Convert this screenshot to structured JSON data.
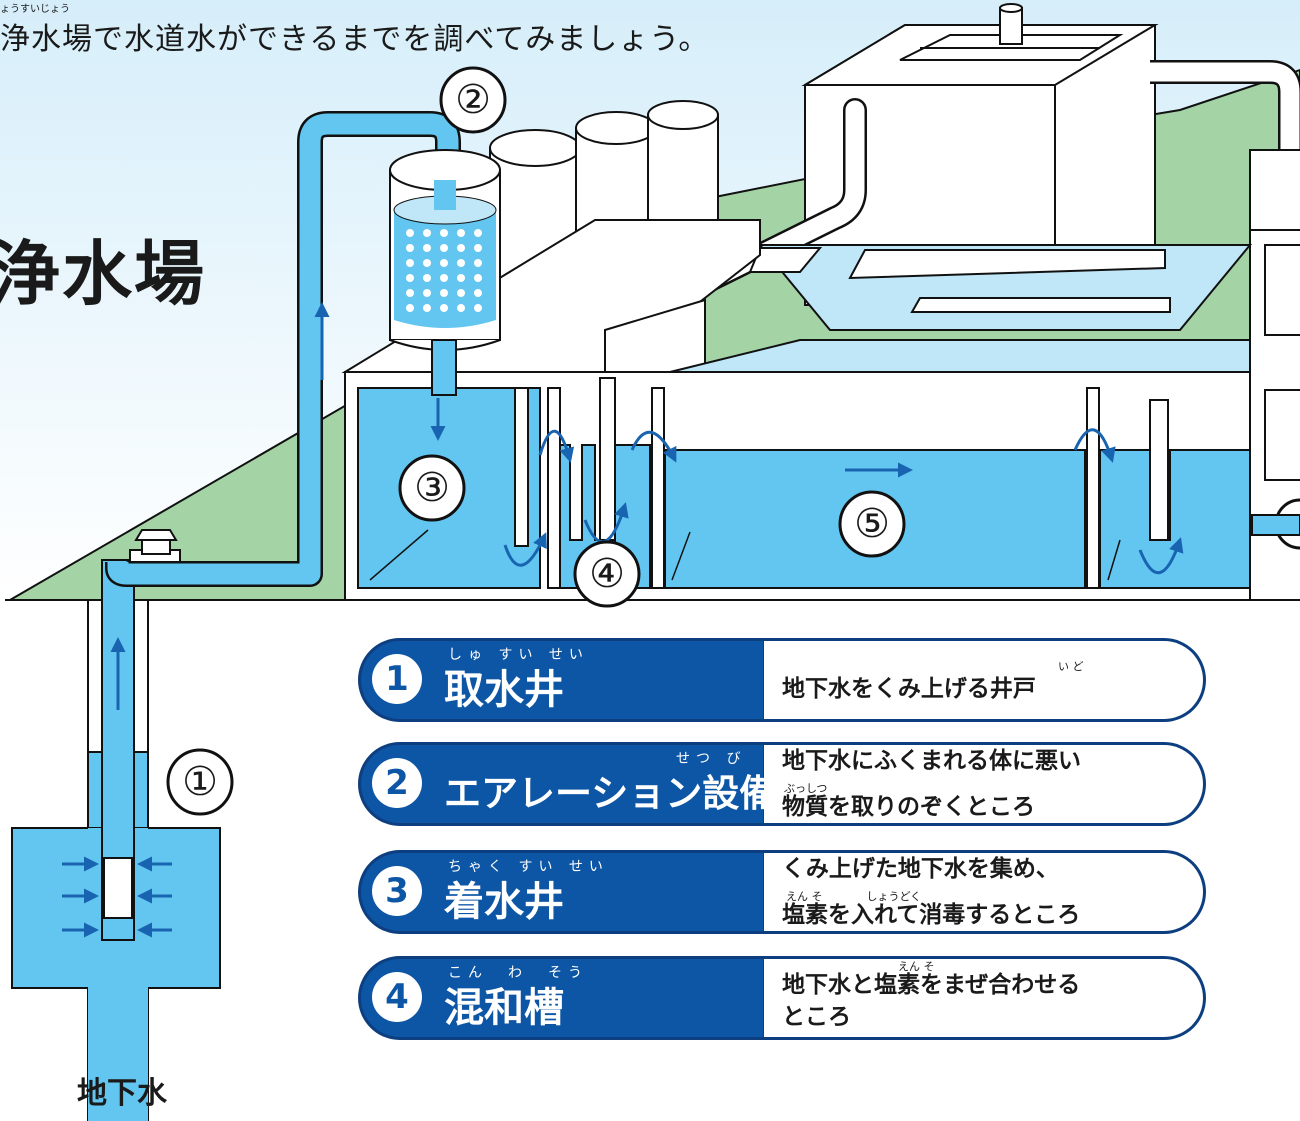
{
  "header": {
    "ruby": "ょうすいじょう",
    "text": "浄水場で水道水ができるまでを調べてみましょう。"
  },
  "title": "浄水場",
  "diagram_labels": {
    "n1": "①",
    "n2": "②",
    "n3": "③",
    "n4": "④",
    "n5": "⑤",
    "groundwater": "地下水"
  },
  "colors": {
    "water": "#62c6f0",
    "water_light": "#bfe7f8",
    "sky_top": "#d6eefa",
    "grass": "#a4d3a6",
    "navy": "#0d55a5",
    "arrow": "#1964b0",
    "outline": "#111111"
  },
  "icons": [
    "flow-arrow-icon"
  ],
  "legend": [
    {
      "number": "1",
      "ruby": "しゅ すい せい",
      "name": "取水井",
      "desc_ruby": "い ど",
      "desc_lines": [
        "地下水をくみ上げる井戸"
      ]
    },
    {
      "number": "2",
      "ruby": "せつ び",
      "name": "エアレーション設備",
      "desc_ruby": "ぶっしつ",
      "desc_lines": [
        "地下水にふくまれる体に悪い",
        "物質を取りのぞくところ"
      ]
    },
    {
      "number": "3",
      "ruby": "ちゃく すい せい",
      "name": "着水井",
      "desc_ruby": "えん そ　　　　しょうどく",
      "desc_lines": [
        "くみ上げた地下水を集め、",
        "塩素を入れて消毒するところ"
      ]
    },
    {
      "number": "4",
      "ruby": "こん　わ　そう",
      "name": "混和槽",
      "desc_ruby": "えん そ",
      "desc_lines": [
        "地下水と塩素をまぜ合わせる",
        "ところ"
      ]
    }
  ]
}
